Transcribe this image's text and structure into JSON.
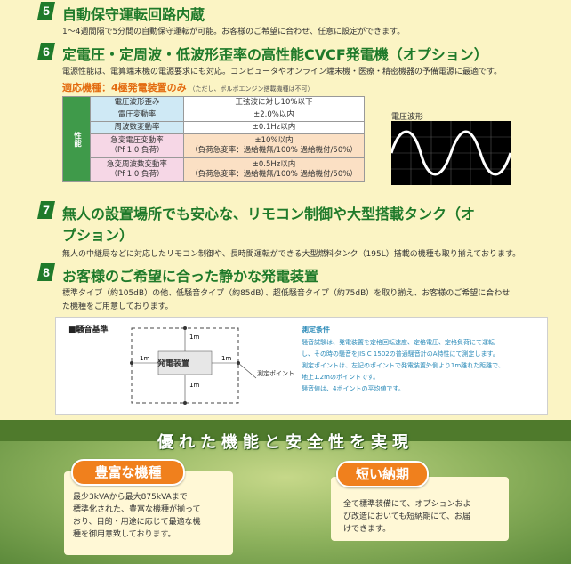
{
  "sections": [
    {
      "num": "5",
      "title": "自動保守運転回路内蔵",
      "lines": [
        "1〜4週間隔で5分間の自動保守運転が可能。お客様のご希望に合わせ、任意に設定ができます。"
      ]
    },
    {
      "num": "6",
      "title": "定電圧・定周波・低波形歪率の高性能CVCF発電機（オプション）",
      "lines": [
        "電源性能は、電算端末機の電源要求にも対応。コンピュータやオンライン端末機・医療・精密機器の予備電源に最適です。"
      ],
      "applicable": "適応機種：4極発電装置のみ",
      "applicable_note": "（ただし、ボルボエンジン搭載機種は不可）"
    },
    {
      "num": "7",
      "title": "無人の設置場所でも安心な、リモコン制御や大型搭載タンク（オ",
      "title2": "プション）",
      "lines": [
        "無人の中継局などに対応したリモコン制御や、長時間運転ができる大型燃料タンク（195L）搭載の機種も取り揃えております。"
      ]
    },
    {
      "num": "8",
      "title": "お客様のご希望に合った静かな発電装置",
      "lines": [
        "標準タイプ（約105dB）の他、低騒音タイプ（約85dB）、超低騒音タイプ（約75dB）を取り揃え、お客様のご希望に合わせ",
        "た機種をご用意しております。"
      ]
    }
  ],
  "spec": {
    "category": "性能",
    "rows": [
      {
        "label": "電圧波形歪み",
        "value": "正弦波に対し10%以下"
      },
      {
        "label": "電圧変動率",
        "value": "±2.0%以内"
      },
      {
        "label": "周波数変動率",
        "value": "±0.1Hz以内"
      },
      {
        "label": "急変電圧変動率",
        "label2": "（Pf 1.0 負荷）",
        "value": "±10%以内",
        "value2": "（負荷急変率：過給機無/100%  過給機付/50%）"
      },
      {
        "label": "急変周波数変動率",
        "label2": "（Pf 1.0 負荷）",
        "value": "±0.5Hz以内",
        "value2": "（負荷急変率：過給機無/100%  過給機付/50%）"
      }
    ],
    "wave_label": "電圧波形"
  },
  "noise": {
    "title": "■騒音基準",
    "device": "発電装置",
    "m": "1m",
    "point": "測定ポイント",
    "cond_title": "測定条件",
    "cond_lines": [
      "騒音試験は、発電装置を定格回転速度、定格電圧、定格負荷にて運転",
      "し、その時の騒音をJIS C 1502の普通騒音計のA特性にて測定します。",
      "測定ポイントは、左記のポイントで発電装置外側より1m離れた距離で、",
      "地上1.2mのポイントです。",
      "騒音値は、4ポイントの平均値です。"
    ]
  },
  "bottom": {
    "slogan": "優れた機能と安全性を実現",
    "cards": [
      {
        "title": "豊富な機種",
        "lines": [
          "最少3kVAから最大875kVAまで",
          "標準化された、豊富な機種が揃って",
          "おり、目的・用途に応じて最適な機",
          "種を御用意致しております。"
        ]
      },
      {
        "title": "短い納期",
        "lines": [
          "全て標準装備にて、オプションおよ",
          "び改造においても短納期にて、お届",
          "けできます。"
        ]
      }
    ]
  },
  "colors": {
    "heading": "#1f7a2a",
    "accent": "#e36b10",
    "bg": "#fbf4c4"
  }
}
